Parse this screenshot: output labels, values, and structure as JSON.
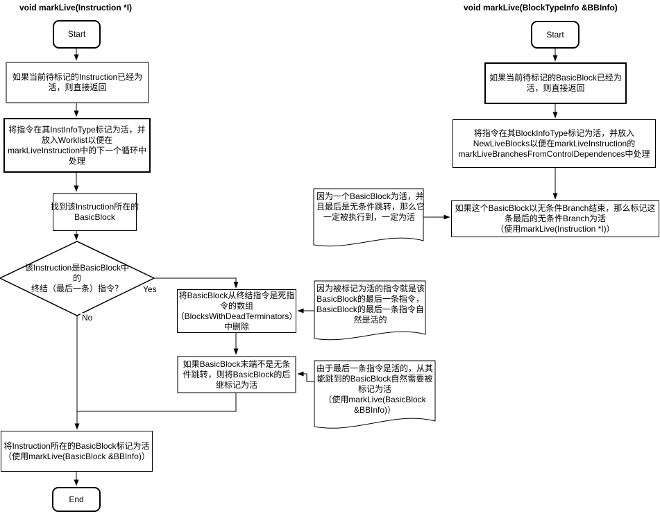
{
  "left_chart": {
    "title": "void markLive(Instruction *I)",
    "start_label": "Start",
    "end_label": "End",
    "check_live": "如果当前待标记的Instruction已经为\n活，则直接返回",
    "mark_inst": "将指令在其InstInfoType标记为活，并\n放入Worklist以便在\nmarkLiveInstruction中的下一个循环中\n处理",
    "find_block": "找到该Instruction所在的\nBasicBlock",
    "decision": "该Instruction是BasicBlock中\n的\n终结（最后一条）指令？",
    "label_yes": "Yes",
    "label_no": "No",
    "remove_dead": "将BasicBlock从终结指令是死指\n令的数组\n（BlocksWithDeadTerminators）\n中删除",
    "mark_successors": "如果BasicBlock末端不是无条\n件跳转，则将BasicBlock的后\n继标记为活",
    "mark_block_live": "将Instruction所在的BasicBlock标记为活\n（使用markLive(BasicBlock &BBInfo)）"
  },
  "right_chart": {
    "title": "void markLive(BlockTypeInfo &BBInfo)",
    "start_label": "Start",
    "check_live": "如果当前待标记的BasicBlock已经为\n活，则直接返回",
    "mark_block_info": "将指令在其BlockInfoType标记为活，并放入\nNewLiveBlocks以便在markLiveInstruction的\nmarkLiveBranchesFromControlDependences中处理",
    "mark_branch_live": "如果这个BasicBlock以无条件Branch结束，那么标记这\n条最后的无条件Branch为活\n（使用markLive(Instruction *I)）"
  },
  "notes": {
    "note_unconditional_jump": "因为一个BasicBlock为活，并\n且最后是无条件跳转，那么它\n一定被执行到，一定为活",
    "note_last_instruction": "因为被标记为活的指令就是该\nBasicBlock的最后一条指令，\nBasicBlock的最后一条指令自\n然是活的",
    "note_successor_live": "由于最后一条指令是活的，从其\n能跳到的BasicBlock自然需要被\n标记为活\n（使用markLive(BasicBlock\n&BBInfo)）"
  },
  "colors": {
    "line": "#000000",
    "muted_border": "#7d7d7d",
    "background": "#ffffff"
  }
}
